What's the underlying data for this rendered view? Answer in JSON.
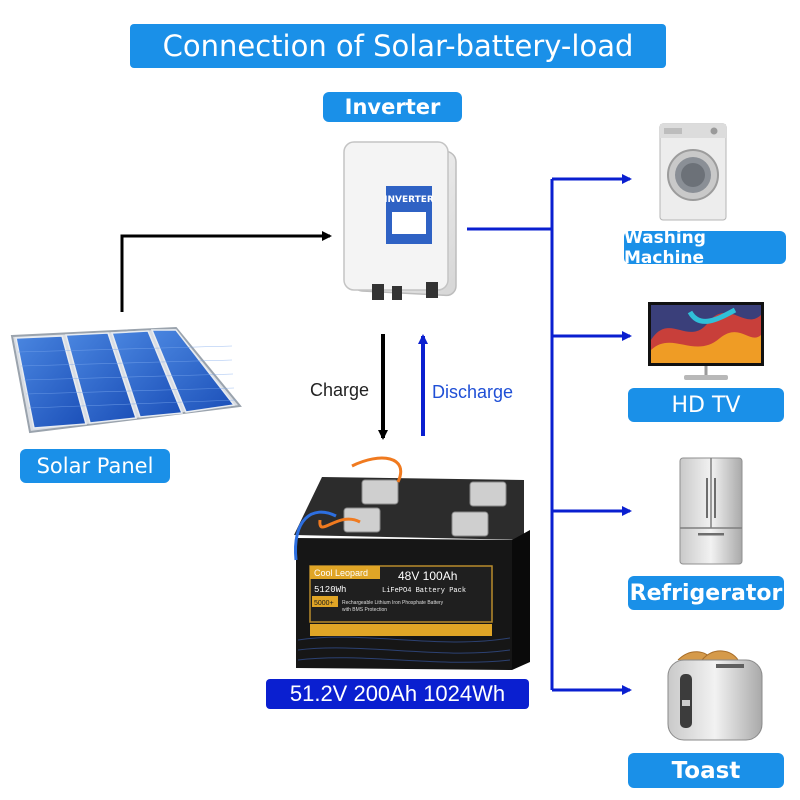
{
  "title": "Connection of Solar-battery-load",
  "inverter": {
    "label": "Inverter",
    "screen_text": "INVERTER"
  },
  "solar_panel": {
    "label": "Solar Panel"
  },
  "flow": {
    "charge_label": "Charge",
    "discharge_label": "Discharge"
  },
  "battery": {
    "brand": "Cool Leopard",
    "rating": "48V 100Ah",
    "energy": "5120Wh",
    "type": "LiFePO4 Battery Pack",
    "cycles": "5000+",
    "desc_line1": "Rechargeable Lithium Iron Phosphate Battery",
    "desc_line2": "with BMS Protection",
    "spec": "51.2V 200Ah 1024Wh"
  },
  "loads": [
    {
      "label": "Washing Machine",
      "icon": "washing-machine-icon"
    },
    {
      "label": "HD TV",
      "icon": "tv-icon"
    },
    {
      "label": "Refrigerator",
      "icon": "refrigerator-icon"
    },
    {
      "label": "Toast",
      "icon": "toaster-icon"
    }
  ],
  "colors": {
    "label_blue": "#1a90e8",
    "line_blue": "#0a1fd0",
    "battery_spec_blue": "#0a1fd0",
    "arrow_black": "#000000"
  }
}
